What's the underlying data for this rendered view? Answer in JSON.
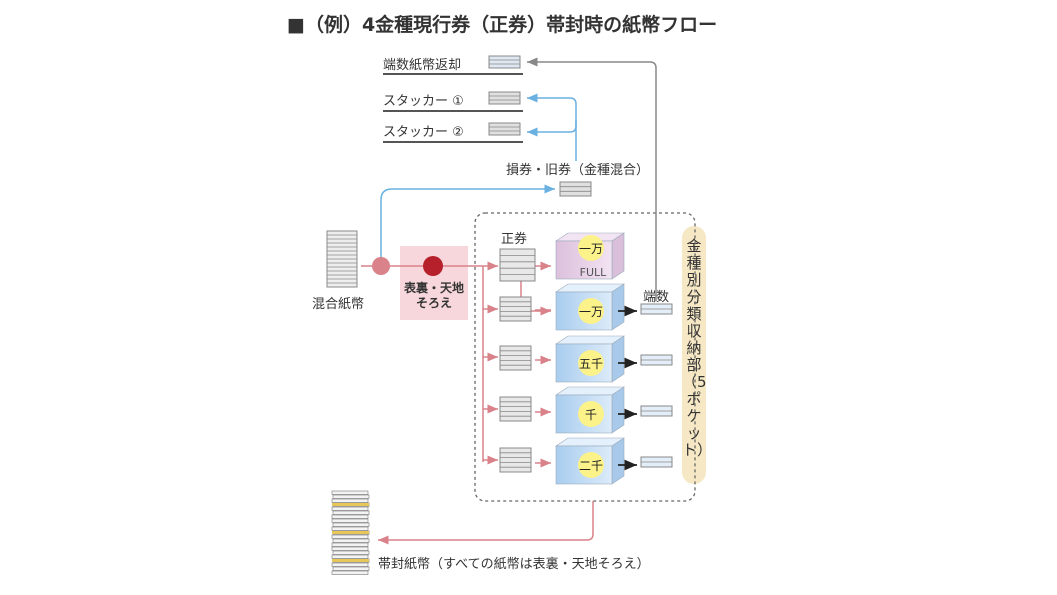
{
  "title": "■（例）4金種現行券（正券）帯封時の紙幣フロー",
  "outputs": {
    "odd_return": "端数紙幣返却",
    "stacker1": "スタッカー ①",
    "stacker2": "スタッカー ②",
    "damaged": "損券・旧券（金種混合）"
  },
  "input_label": "混合紙幣",
  "sort_label": "表裏・天地そろえ",
  "genuine_label": "正券",
  "odd_label": "端数",
  "pockets": [
    {
      "denom": "一万",
      "full": "FULL"
    },
    {
      "denom": "一万"
    },
    {
      "denom": "五千"
    },
    {
      "denom": "千"
    },
    {
      "denom": "二千"
    }
  ],
  "side_label": "金種別分類収納部（5ポケット）",
  "banded_label": "帯封紙幣（すべての紙幣は表裏・天地そろえ）",
  "colors": {
    "red_line": "#d9828a",
    "blue_line": "#6ab0e0",
    "gray_line": "#888888",
    "dark_red": "#b5202a",
    "pink_dot": "#d9828a",
    "pocket_blue": "#bcd8f2",
    "pocket_pink": "#ead3ea",
    "badge_yellow": "#fbf28a"
  }
}
